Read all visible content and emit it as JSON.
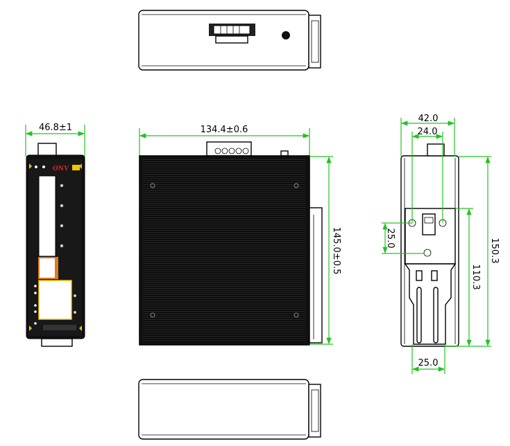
{
  "brand": "ONV",
  "colors": {
    "dimension_line": "#22c322",
    "panel": "#111111",
    "accent": "#f5c400",
    "sfp_port": "#e07a1f"
  },
  "dimensions": {
    "front_width": "46.8±1",
    "side_length": "134.4±0.6",
    "side_height": "145.0±0.5",
    "rear_width": "42.0",
    "rear_hole_spacing": "24.0",
    "rear_hole_vertical": "25.0",
    "rear_rail_height": "110.3",
    "rear_total_height": "150.3",
    "rear_clip_width": "25.0"
  }
}
